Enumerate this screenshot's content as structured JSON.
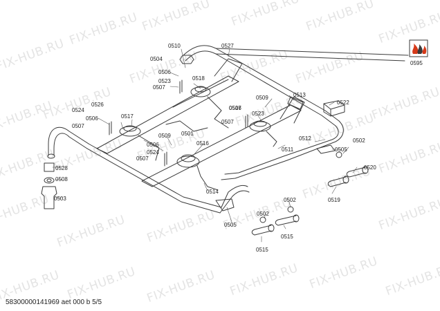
{
  "watermark": "FIX-HUB.RU",
  "footer": "58300000141969 aet 000 b 5/5",
  "callouts": [
    "0510",
    "0527",
    "0504",
    "0506",
    "0518",
    "0523",
    "0507",
    "0513",
    "0509",
    "0522",
    "0526",
    "0506",
    "0524",
    "0517",
    "0506",
    "0523",
    "0517",
    "0507",
    "0507",
    "0512",
    "0509",
    "0501",
    "0516",
    "0506",
    "0511",
    "0524",
    "0505",
    "0502",
    "0507",
    "0520",
    "0528",
    "0508",
    "0514",
    "0519",
    "0503",
    "0502",
    "0502",
    "0505",
    "0515",
    "0515",
    "0595"
  ],
  "colors": {
    "line": "#3a3a3a",
    "text": "#222222",
    "watermark": "#e4e4e4",
    "icon_flame": "#d63a1a"
  }
}
